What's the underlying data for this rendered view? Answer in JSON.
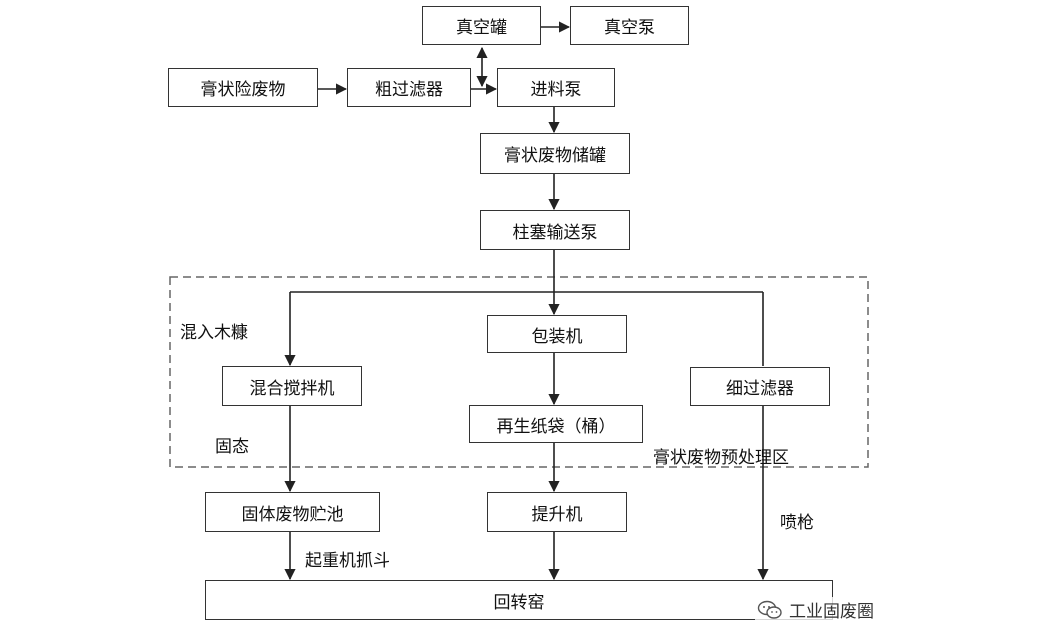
{
  "nodes": {
    "vacuum_tank": "真空罐",
    "vacuum_pump": "真空泵",
    "paste_waste": "膏状险废物",
    "coarse_filter": "粗过滤器",
    "feed_pump": "进料泵",
    "paste_storage_tank": "膏状废物储罐",
    "plunger_pump": "柱塞输送泵",
    "packing_machine": "包装机",
    "mix_stirrer": "混合搅拌机",
    "paper_bag": "再生纸袋（桶）",
    "fine_filter": "细过滤器",
    "solid_waste_pit": "固体废物贮池",
    "hoist": "提升机",
    "rotary_kiln": "回转窑"
  },
  "labels": {
    "mix_sawdust": "混入木糠",
    "solid_state": "固态",
    "pretreatment_zone": "膏状废物预处理区",
    "spray_gun": "喷枪",
    "crane_grab": "起重机抓斗"
  },
  "watermark": {
    "text": "工业固废圈",
    "icon": "wechat-icon"
  },
  "colors": {
    "line": "#222222",
    "border": "#333333",
    "dashed_region": "#666666"
  }
}
